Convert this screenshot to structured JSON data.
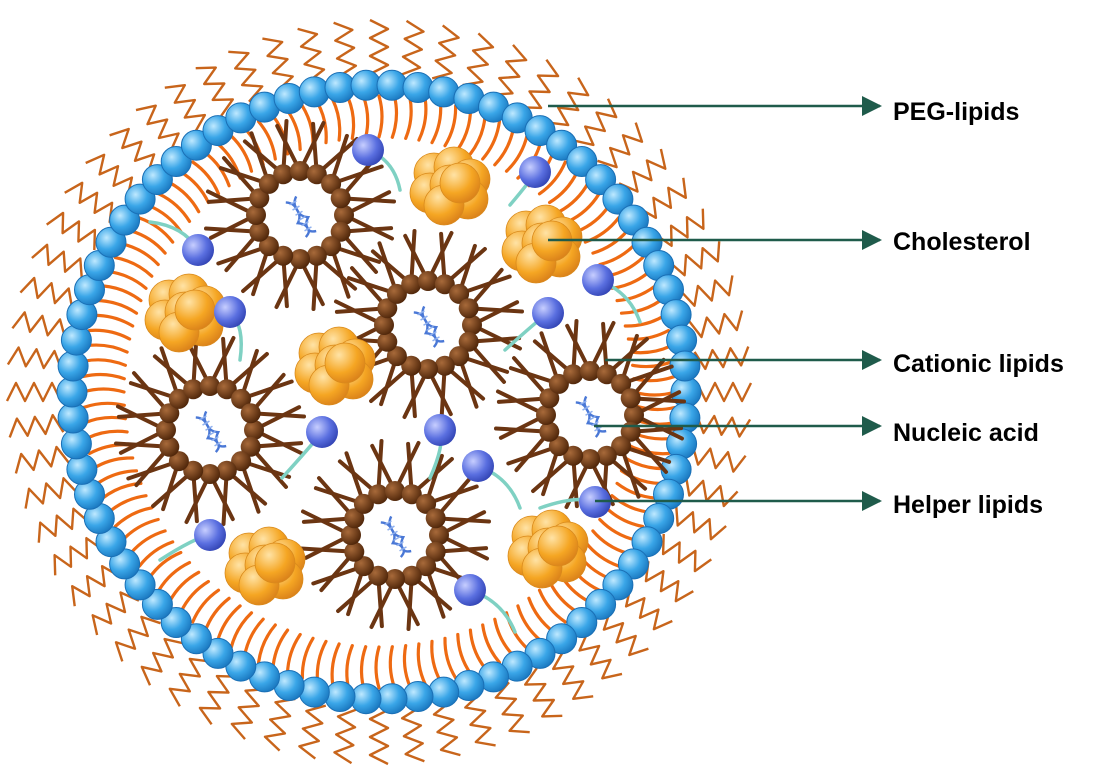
{
  "labels": [
    {
      "id": "peg-lipids",
      "text": "PEG-lipids"
    },
    {
      "id": "cholesterol",
      "text": "Cholesterol"
    },
    {
      "id": "cationic-lipids",
      "text": "Cationic lipids"
    },
    {
      "id": "nucleic-acid",
      "text": "Nucleic acid"
    },
    {
      "id": "helper-lipids",
      "text": "Helper lipids"
    }
  ],
  "colors": {
    "peg_chain": "#c8651b",
    "peg_head": "#3aa6e8",
    "bilayer_tail": "#ee6a12",
    "cationic_lipid": "#6b3512",
    "cholesterol": "#f5a623",
    "helper_head": "#5a6fe0",
    "helper_tail": "#7fd1c3",
    "dna": "#4a78d6",
    "leader": "#1f5b4b"
  }
}
